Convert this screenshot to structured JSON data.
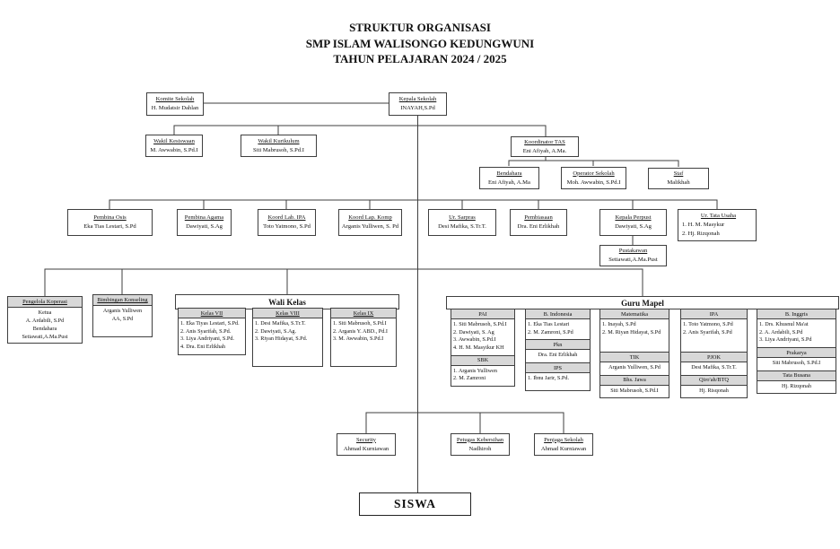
{
  "title": {
    "line1": "STRUKTUR ORGANISASI",
    "line2": "SMP ISLAM WALISONGO KEDUNGWUNI",
    "line3": "TAHUN PELAJARAN 2024 / 2025"
  },
  "boxes": {
    "komite": {
      "title": "Komite Sekolah",
      "name": "H. Mudatsir Dahlan"
    },
    "kepala": {
      "title": "Kepala Sekolah",
      "name": "INAYAH,S.Pd"
    },
    "wakil_kesiswaan": {
      "title": "Wakil Kesiswaan",
      "name": "M. Awwabin, S.Pd.I"
    },
    "wakil_kurikulum": {
      "title": "Wakil Kurikulum",
      "name": "Siti Mabrusoh, S.Pd.I"
    },
    "koordinator_tas": {
      "title": "Koordinator TAS",
      "name": "Eni Afiyah, A.Ma."
    },
    "bendahara": {
      "title": "Bendahara",
      "name": "Eni Afiyah, A.Ma"
    },
    "operator": {
      "title": "Operator Sekolah",
      "name": "Moh. Awwabin, S.Pd.I"
    },
    "staf": {
      "title": "Staf",
      "name": "Malikhah"
    },
    "pembina_osis": {
      "title": "Pembina Osis",
      "name": "Eka Tias Lestari, S.Pd"
    },
    "pembina_agama": {
      "title": "Pembina Agama",
      "name": "Dawiyati, S.Ag"
    },
    "koord_lab_ipa": {
      "title": "Koord Lab. IPA",
      "name": "Toto Yatmono, S.Pd"
    },
    "koord_lap_komp": {
      "title": "Koord Lap. Komp",
      "name": "Arganis Yulliwen, S. Pd"
    },
    "ur_sarpras": {
      "title": "Ur. Sarpras",
      "name": "Desi Mafika, S.Tr.T."
    },
    "pembiasaan": {
      "title": "Pembiasaan",
      "name": "Dra. Eni Erlikhah"
    },
    "kepala_perpust": {
      "title": "Kepala Perpust",
      "name": "Dawiyati, S.Ag"
    },
    "ur_tata_usaha": {
      "title": "Ur. Tata Usaha",
      "members": [
        "1.  H. M. Masykur",
        "2.  Hj. Rizqonah"
      ]
    },
    "pustakawan": {
      "title": "Pustakawan",
      "name": "Setiawati,A.Ma.Pust"
    },
    "security": {
      "title": "Security",
      "name": "Ahmad Kurniawan"
    },
    "petugas_kebersihan": {
      "title": "Petugas Kebersihan",
      "name": "Nadhiroh"
    },
    "penjaga_sekolah": {
      "title": "Penjaga Sekolah",
      "name": "Ahmad Kurniawan"
    }
  },
  "pengelola_koperasi": {
    "header": "Pengelola Koperasi",
    "lines": [
      "Ketua",
      "A. Ardabili, S.Pd",
      "Bendahara",
      "Setiawati,A.Ma.Pust"
    ]
  },
  "bimbingan_konseling": {
    "header": "Bimbingan Konseling",
    "lines": [
      "Arganis Yulliwen",
      "AA, S.Pd"
    ]
  },
  "wali_kelas": {
    "header": "Wali Kelas",
    "columns": [
      {
        "header": "Kelas VII",
        "members": [
          "1. Eka Tiyas Lestari, S.Pd.",
          "2. Anis Syarifah, S.Pd.",
          "3. Liya Andriyani, S.Pd.",
          "4. Dra. Eni Erlikhah"
        ]
      },
      {
        "header": "Kelas VIII",
        "members": [
          "1. Desi Mafika, S.Tr.T.",
          "2. Dawiyati, S.Ag.",
          "3. Riyan Hidayat, S.Pd."
        ]
      },
      {
        "header": "Kelas IX",
        "members": [
          "1. Siti Mabrusoh, S.Pd.I",
          "2. Arganis Y. ABD., Pd.I",
          "3. M. Awwabin, S.Pd.I"
        ]
      }
    ]
  },
  "guru_mapel": {
    "header": "Guru Mapel",
    "columns": [
      {
        "sections": [
          {
            "header": "PAI",
            "members": [
              "1. Siti Mabrusoh, S.Pd.I",
              "2. Dawiyati, S. Ag",
              "3. Awwabin, S.Pd.I",
              "4. H. M. Masyikur KH"
            ]
          },
          {
            "header": "SBK",
            "members": [
              "1. Arganis Yulliwen",
              "2. M. Zamroni"
            ]
          }
        ]
      },
      {
        "sections": [
          {
            "header": "B. Indonesia",
            "members": [
              "1. Eka Tias Lestari",
              "2. M. Zamroni, S.Pd"
            ]
          },
          {
            "header": "Pkn",
            "members": [
              "Dra. Eni Erlikhah"
            ]
          },
          {
            "header": "IPS",
            "members": [
              "1. Ibnu Jarir, S.Pd."
            ]
          }
        ]
      },
      {
        "sections": [
          {
            "header": "Matematika",
            "members": [
              "1. Inayah, S.Pd",
              "2. M. Riyan Hidayat, S.Pd"
            ]
          },
          {
            "header": "TIK",
            "members": [
              "Arganis Yulliwen, S.Pd"
            ]
          },
          {
            "header": "Bhs. Jawa",
            "members": [
              "Siti Mabrusoh, S.Pd.I"
            ]
          }
        ]
      },
      {
        "sections": [
          {
            "header": "IPA",
            "members": [
              "1. Toto Yatmono, S.Pd",
              "2. Anis Syarifah, S.Pd"
            ]
          },
          {
            "header": "PJOK",
            "members": [
              "Desi Mafika, S.Tr.T."
            ]
          },
          {
            "header": "Qiro'ah/BTQ",
            "members": [
              "Hj. Risqonah"
            ]
          }
        ]
      },
      {
        "sections": [
          {
            "header": "B. Inggris",
            "members": [
              "1. Drs. Khusnul Ma'at",
              "2. A. Ardabili, S.Pd",
              "3. Liya Andriyani, S.Pd"
            ]
          },
          {
            "header": "Prakarya",
            "members": [
              "Siti Mabrusoh, S.Pd.I"
            ]
          },
          {
            "header": "Tata Busana",
            "members": [
              "Hj. Rizqonah"
            ]
          }
        ]
      }
    ]
  },
  "siswa": {
    "label": "SISWA"
  }
}
